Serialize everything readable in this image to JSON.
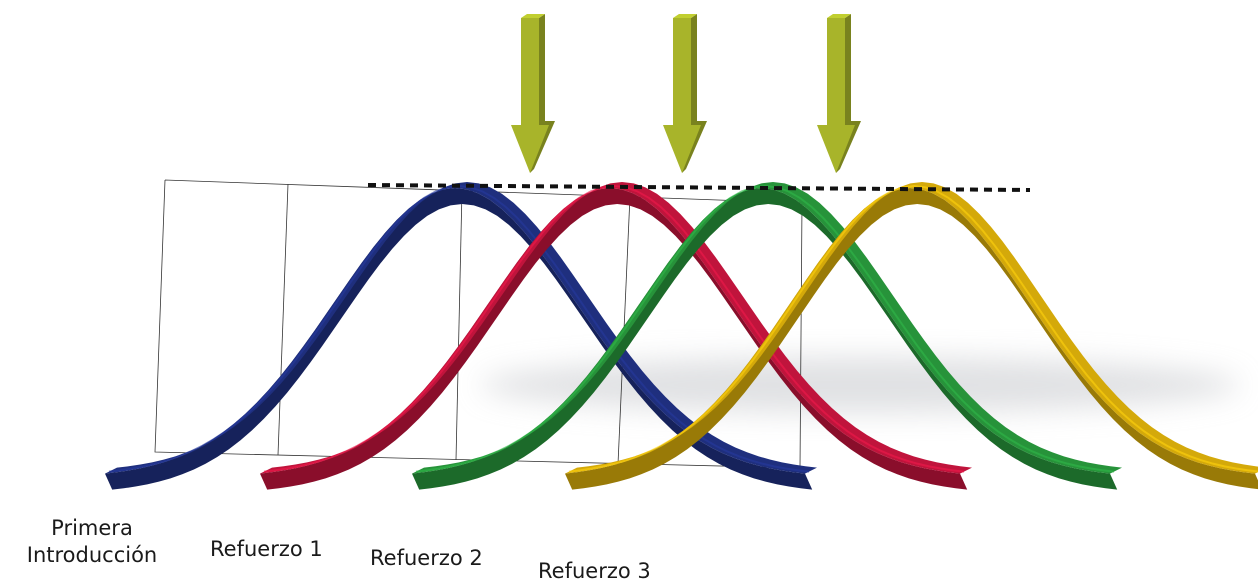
{
  "colors": {
    "blue": "#1f2f7e",
    "red": "#c0143c",
    "green": "#27933a",
    "gold": "#d4a90a",
    "arrow": "#a8b42a",
    "dashed_line": "#111111",
    "grid": "#333333"
  },
  "curves": [
    {
      "id": "primera-introduccion",
      "color": "blue",
      "line1": "Primera",
      "line2": "Introducción"
    },
    {
      "id": "refuerzo-1",
      "color": "red",
      "line1": "Refuerzo 1",
      "line2": ""
    },
    {
      "id": "refuerzo-2",
      "color": "green",
      "line1": "Refuerzo 2",
      "line2": ""
    },
    {
      "id": "refuerzo-3",
      "color": "gold",
      "line1": "Refuerzo 3",
      "line2": ""
    }
  ],
  "arrows": [
    {
      "id": "arrow-1",
      "icon": "down-arrow-icon"
    },
    {
      "id": "arrow-2",
      "icon": "down-arrow-icon"
    },
    {
      "id": "arrow-3",
      "icon": "down-arrow-icon"
    }
  ],
  "labels": {
    "primera_line1": "Primera",
    "primera_line2": "Introducción",
    "refuerzo1": "Refuerzo 1",
    "refuerzo2": "Refuerzo 2",
    "refuerzo3": "Refuerzo 3"
  }
}
